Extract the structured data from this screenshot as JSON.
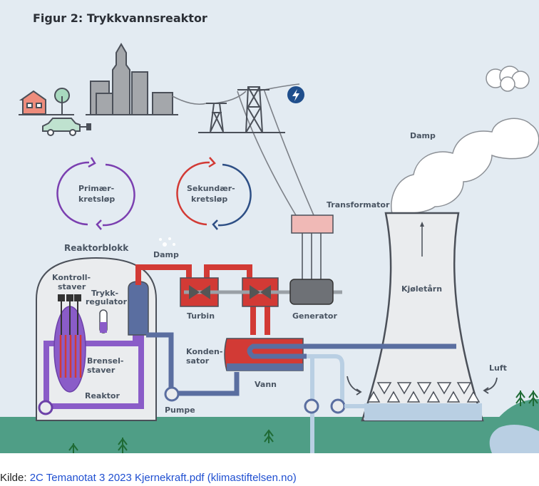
{
  "figure": {
    "title": "Figur 2: Trykkvannsreaktor",
    "labels": {
      "primary_loop": [
        "Primær-",
        "kretsløp"
      ],
      "secondary_loop": [
        "Sekundær-",
        "kretsløp"
      ],
      "reactor_block": "Reaktorblokk",
      "control_rods": [
        "Kontroll-",
        "staver"
      ],
      "pressurizer": [
        "Trykk-",
        "regulator"
      ],
      "fuel_rods": [
        "Brensel-",
        "staver"
      ],
      "reactor": "Reaktor",
      "pump": "Pumpe",
      "steam_turbine": "Damp",
      "turbine": "Turbin",
      "generator": "Generator",
      "condenser": [
        "Konden-",
        "sator"
      ],
      "water": "Vann",
      "transformer": "Transformator",
      "steam_tower": "Damp",
      "cooling_tower": "Kjøletårn",
      "air": "Luft"
    },
    "colors": {
      "sky": "#e3ebf2",
      "ground": "#4f9e86",
      "primary": "#7b4fb8",
      "secondary_hot": "#d23a35",
      "secondary_cold": "#5a6ea0",
      "cooling_water": "#b9cfe3",
      "outline": "#4b5059",
      "bolt_badge": "#1f4e8c"
    }
  },
  "caption": {
    "prefix": "Kilde: ",
    "link_text": "2C  Temanotat  3  2023  Kjernekraft.pdf (klimastiftelsen.no)"
  }
}
